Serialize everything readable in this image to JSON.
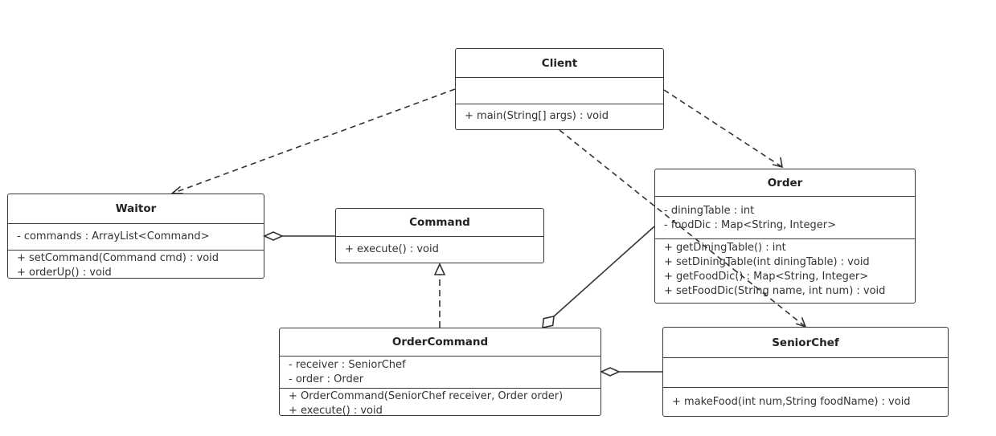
{
  "classes": {
    "client": {
      "name": "Client",
      "attributes": [],
      "methods": [
        "+ main(String[] args) : void"
      ]
    },
    "waiter": {
      "name": "Waitor",
      "attributes": [
        "- commands :  ArrayList<Command>"
      ],
      "methods": [
        "+ setCommand(Command cmd) : void",
        "+ orderUp() : void"
      ]
    },
    "command": {
      "name": "Command",
      "attributes": [],
      "methods": [
        "+ execute() : void"
      ]
    },
    "order": {
      "name": "Order",
      "attributes": [
        "- diningTable : int",
        "- foodDic :   Map<String, Integer>"
      ],
      "methods": [
        "+ getDiningTable() : int",
        "+ setDiningTable(int diningTable) : void",
        "+ getFoodDic() : Map<String, Integer>",
        "+ setFoodDic(String name, int num) : void"
      ]
    },
    "order_command": {
      "name": "OrderCommand",
      "attributes": [
        "- receiver : SeniorChef",
        "- order : Order"
      ],
      "methods": [
        "+ OrderCommand(SeniorChef receiver, Order order)",
        "+ execute() : void"
      ]
    },
    "senior_chef": {
      "name": "SeniorChef",
      "attributes": [],
      "methods": [
        "+ makeFood(int num,String foodName) : void"
      ]
    }
  },
  "relationships": [
    {
      "id": "client-waiter",
      "type": "dependency"
    },
    {
      "id": "client-order",
      "type": "dependency"
    },
    {
      "id": "client-seniorchef",
      "type": "dependency"
    },
    {
      "id": "ordercommand-command",
      "type": "realization"
    },
    {
      "id": "waiter-command",
      "type": "aggregation"
    },
    {
      "id": "ordercommand-order",
      "type": "aggregation"
    },
    {
      "id": "ordercommand-seniorchef",
      "type": "aggregation"
    }
  ],
  "colors": {
    "line": "#333333",
    "border": "#3a3a3a",
    "background": "#ffffff"
  }
}
